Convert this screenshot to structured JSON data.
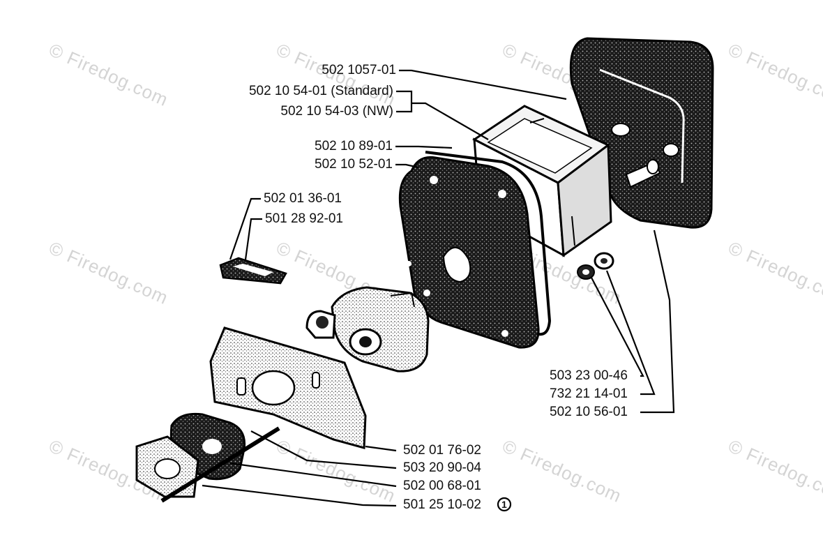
{
  "watermark": "© Firedog.com",
  "callouts": [
    {
      "id": "p1",
      "text": "502 1057-01"
    },
    {
      "id": "p2",
      "text": "502 10 54-01 (Standard)"
    },
    {
      "id": "p3",
      "text": "502 10 54-03 (NW)"
    },
    {
      "id": "p4",
      "text": "502 10 89-01"
    },
    {
      "id": "p5",
      "text": "502 10 52-01"
    },
    {
      "id": "p6",
      "text": "502 01 36-01"
    },
    {
      "id": "p7",
      "text": "501 28 92-01"
    },
    {
      "id": "p8",
      "text": "503 23 00-46"
    },
    {
      "id": "p9",
      "text": "732 21 14-01"
    },
    {
      "id": "p10",
      "text": "502 10 56-01"
    },
    {
      "id": "p11",
      "text": "502 01 76-02"
    },
    {
      "id": "p12",
      "text": "503 20 90-04"
    },
    {
      "id": "p13",
      "text": "502 00 68-01"
    },
    {
      "id": "p14",
      "text": "501 25 10-02"
    }
  ],
  "footnote_symbol": "1"
}
